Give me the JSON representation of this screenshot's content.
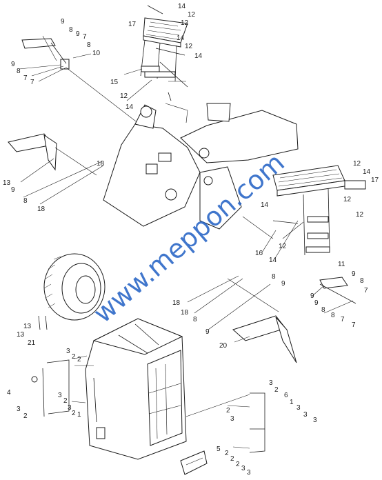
{
  "watermark": "www.meppon.com",
  "callouts": [
    {
      "id": "c1",
      "text": "17"
    },
    {
      "id": "c2",
      "text": "14"
    },
    {
      "id": "c3",
      "text": "12"
    },
    {
      "id": "c4",
      "text": "12"
    },
    {
      "id": "c5",
      "text": "14"
    },
    {
      "id": "c6",
      "text": "12"
    },
    {
      "id": "c7",
      "text": "14"
    },
    {
      "id": "c8",
      "text": "15"
    },
    {
      "id": "c9",
      "text": "12"
    },
    {
      "id": "c10",
      "text": "14"
    },
    {
      "id": "c11",
      "text": "9"
    },
    {
      "id": "c12",
      "text": "8"
    },
    {
      "id": "c13",
      "text": "9"
    },
    {
      "id": "c14",
      "text": "7"
    },
    {
      "id": "c15",
      "text": "8"
    },
    {
      "id": "c16",
      "text": "10"
    },
    {
      "id": "c17",
      "text": "9"
    },
    {
      "id": "c18",
      "text": "8"
    },
    {
      "id": "c19",
      "text": "7"
    },
    {
      "id": "c20",
      "text": "7"
    },
    {
      "id": "c21",
      "text": "13"
    },
    {
      "id": "c22",
      "text": "9"
    },
    {
      "id": "c23",
      "text": "18"
    },
    {
      "id": "c24",
      "text": "8"
    },
    {
      "id": "c25",
      "text": "18"
    },
    {
      "id": "c26",
      "text": "12"
    },
    {
      "id": "c27",
      "text": "14"
    },
    {
      "id": "c28",
      "text": "17"
    },
    {
      "id": "c29",
      "text": "14"
    },
    {
      "id": "c30",
      "text": "12"
    },
    {
      "id": "c31",
      "text": "12"
    },
    {
      "id": "c32",
      "text": "16"
    },
    {
      "id": "c33",
      "text": "14"
    },
    {
      "id": "c34",
      "text": "12"
    },
    {
      "id": "c35",
      "text": "11"
    },
    {
      "id": "c36",
      "text": "9"
    },
    {
      "id": "c37",
      "text": "8"
    },
    {
      "id": "c38",
      "text": "9"
    },
    {
      "id": "c39",
      "text": "9"
    },
    {
      "id": "c40",
      "text": "7"
    },
    {
      "id": "c41",
      "text": "8"
    },
    {
      "id": "c42",
      "text": "8"
    },
    {
      "id": "c43",
      "text": "7"
    },
    {
      "id": "c44",
      "text": "7"
    },
    {
      "id": "c45",
      "text": "18"
    },
    {
      "id": "c46",
      "text": "18"
    },
    {
      "id": "c47",
      "text": "8"
    },
    {
      "id": "c48",
      "text": "9"
    },
    {
      "id": "c49",
      "text": "8"
    },
    {
      "id": "c50",
      "text": "9"
    },
    {
      "id": "c51",
      "text": "20"
    },
    {
      "id": "c52",
      "text": "13"
    },
    {
      "id": "c53",
      "text": "13"
    },
    {
      "id": "c54",
      "text": "21"
    },
    {
      "id": "c55",
      "text": "3"
    },
    {
      "id": "c56",
      "text": "2"
    },
    {
      "id": "c57",
      "text": "2"
    },
    {
      "id": "c58",
      "text": "4"
    },
    {
      "id": "c59",
      "text": "3"
    },
    {
      "id": "c60",
      "text": "2"
    },
    {
      "id": "c61",
      "text": "3"
    },
    {
      "id": "c62",
      "text": "2"
    },
    {
      "id": "c63",
      "text": "1"
    },
    {
      "id": "c64",
      "text": "3"
    },
    {
      "id": "c65",
      "text": "2"
    },
    {
      "id": "c66",
      "text": "3"
    },
    {
      "id": "c67",
      "text": "2"
    },
    {
      "id": "c68",
      "text": "2"
    },
    {
      "id": "c69",
      "text": "6"
    },
    {
      "id": "c70",
      "text": "3"
    },
    {
      "id": "c71",
      "text": "1"
    },
    {
      "id": "c72",
      "text": "3"
    },
    {
      "id": "c73",
      "text": "3"
    },
    {
      "id": "c74",
      "text": "3"
    },
    {
      "id": "c75",
      "text": "5"
    },
    {
      "id": "c76",
      "text": "2"
    },
    {
      "id": "c77",
      "text": "2"
    },
    {
      "id": "c78",
      "text": "2"
    },
    {
      "id": "c79",
      "text": "3"
    },
    {
      "id": "c80",
      "text": "3"
    }
  ]
}
